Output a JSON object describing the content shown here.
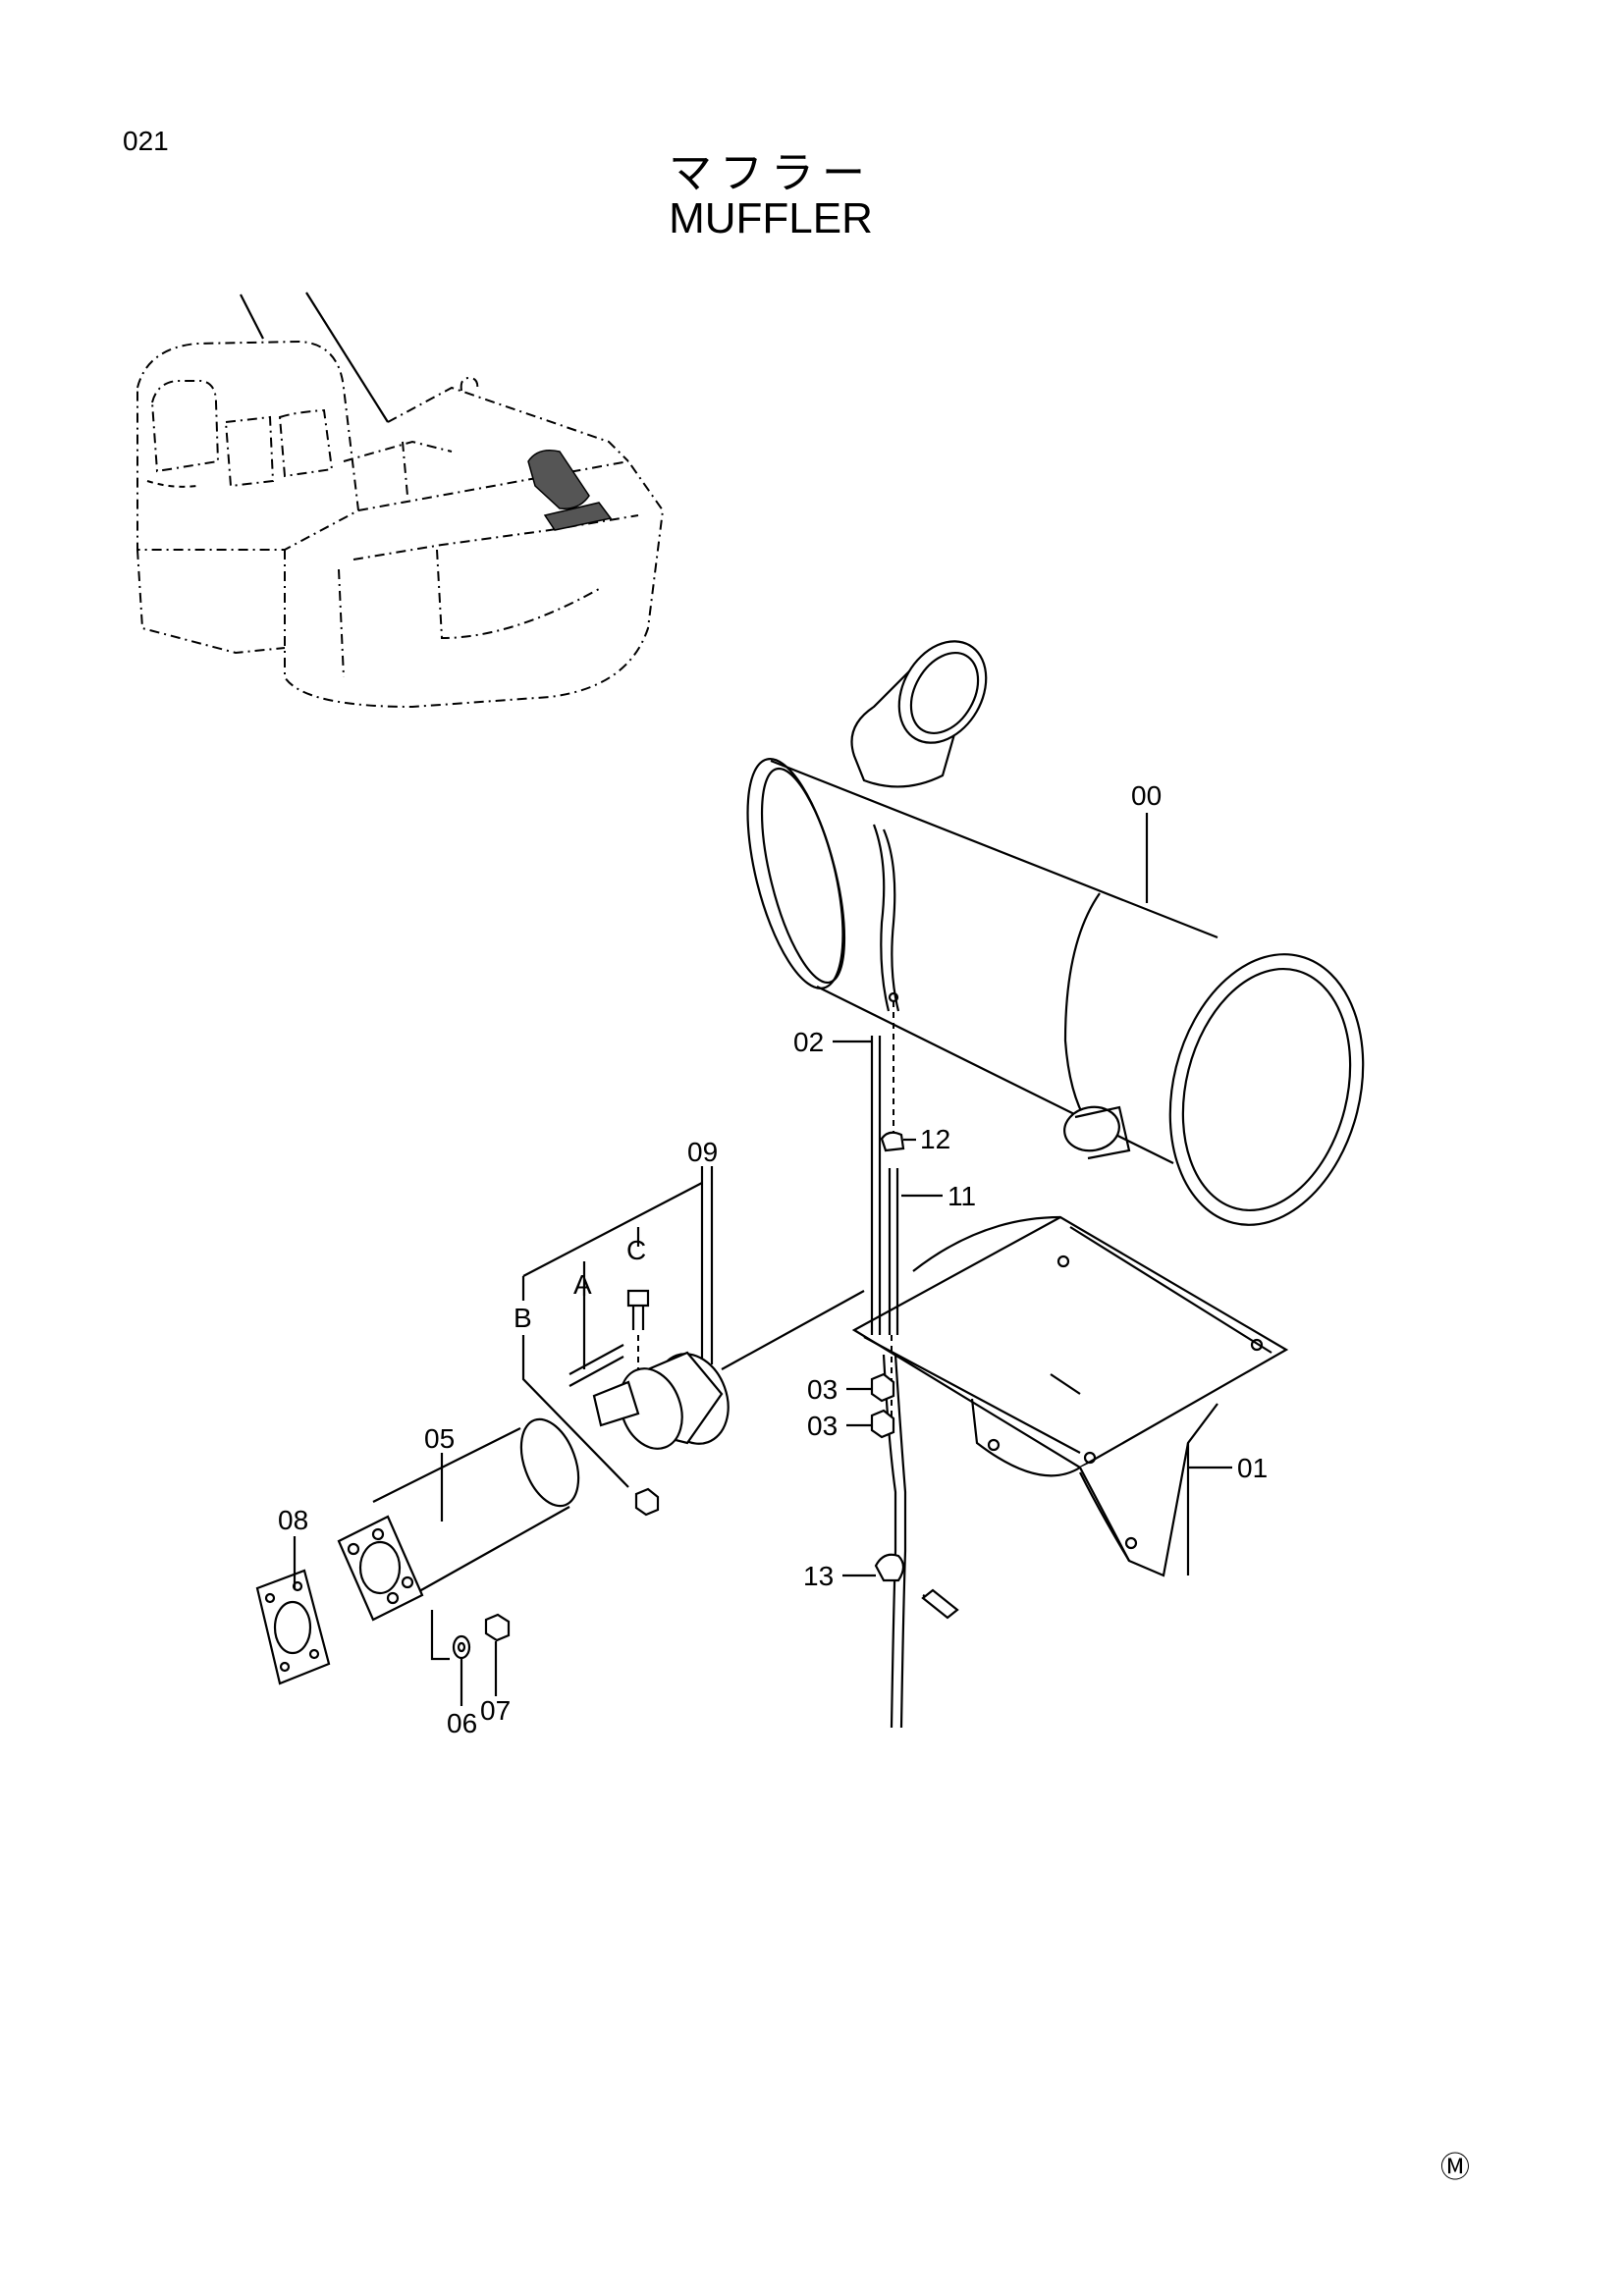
{
  "header": {
    "page_number": "021",
    "title_jp": "マフラー",
    "title_en": "MUFFLER"
  },
  "callouts": {
    "c00": "00",
    "c01": "01",
    "c02": "02",
    "c03a": "03",
    "c03b": "03",
    "c05": "05",
    "c06": "06",
    "c07": "07",
    "c08": "08",
    "c09": "09",
    "c11": "11",
    "c12": "12",
    "c13": "13",
    "ref_a": "A",
    "ref_b": "B",
    "ref_c": "C"
  },
  "footer": {
    "mark": "Ⓜ"
  }
}
